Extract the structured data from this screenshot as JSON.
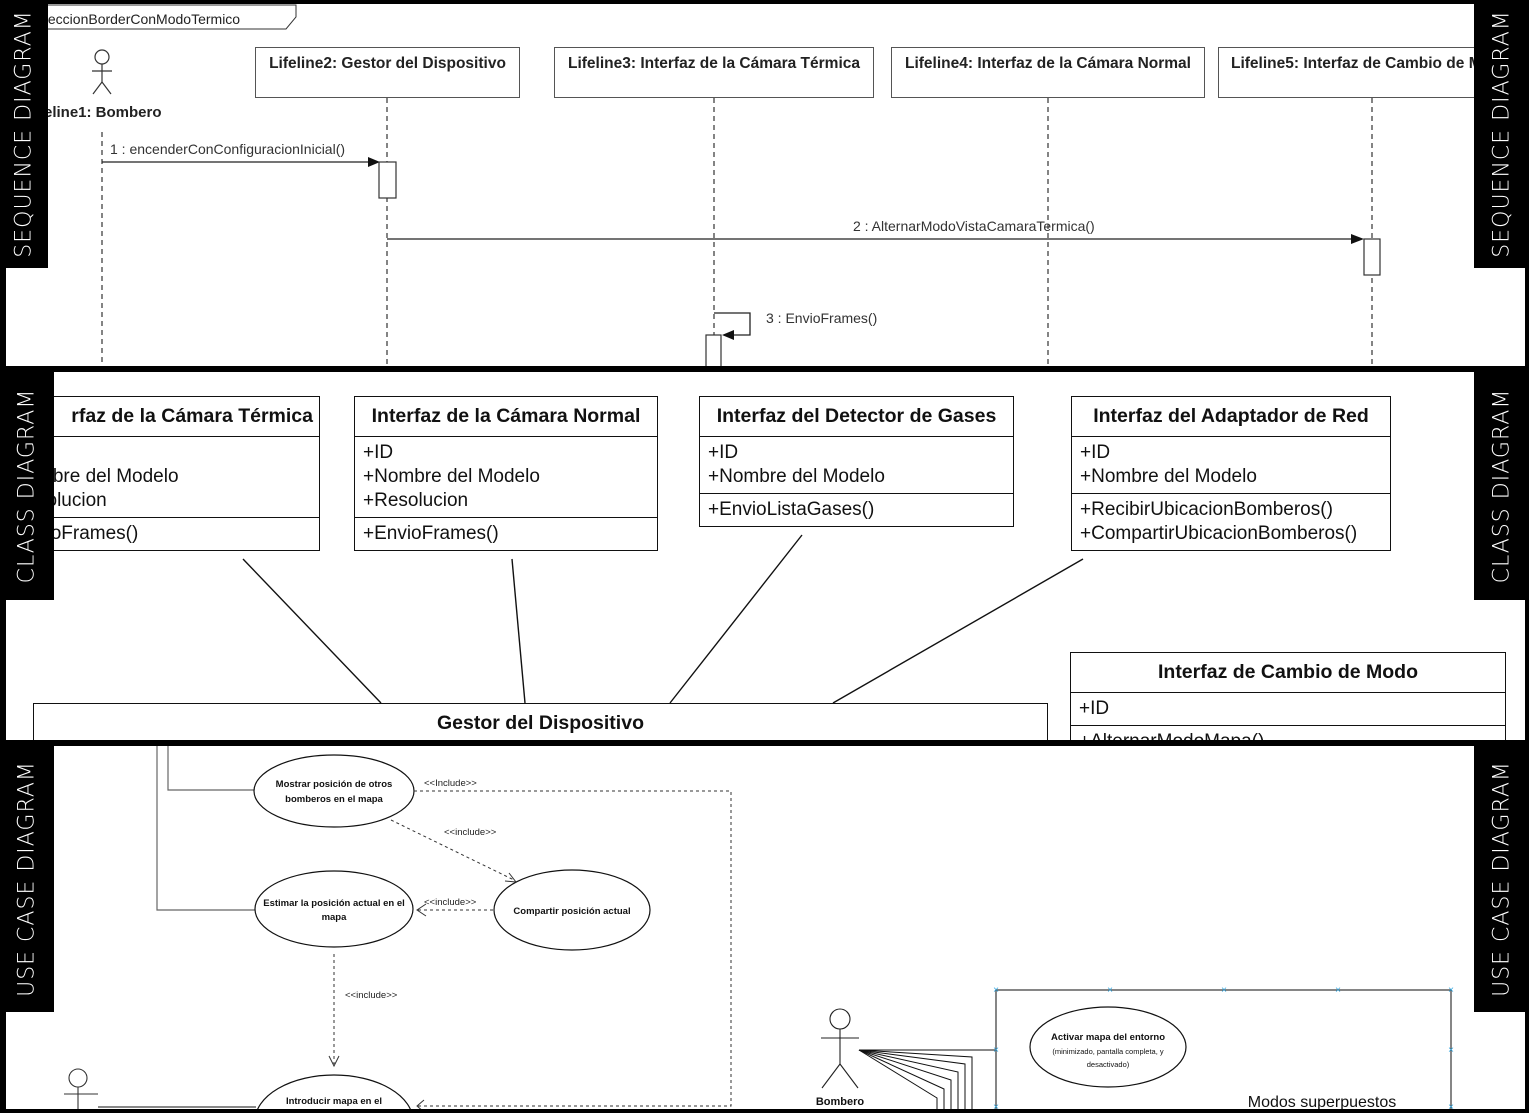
{
  "side_labels": {
    "sequence": "SEQUENCE  DIAGRAM",
    "class": "CLASS DIAGRAM",
    "use_case": "USE CASE  DIAGRAM"
  },
  "sequence": {
    "frame_title": "teccionBorderConModoTermico",
    "actor_label": "eline1: Bombero",
    "lifelines": [
      {
        "label": "Lifeline2: Gestor del Dispositivo"
      },
      {
        "label": "Lifeline3: Interfaz de la Cámara Térmica"
      },
      {
        "label": "Lifeline4: Interfaz de la Cámara Normal"
      },
      {
        "label": "Lifeline5: Interfaz de Cambio de M"
      }
    ],
    "messages": [
      {
        "label": "1 : encenderConConfiguracionInicial()"
      },
      {
        "label": "2 : AlternarModoVistaCamaraTermica()"
      },
      {
        "label": "3 : EnvioFrames()"
      }
    ]
  },
  "class_diagram": {
    "classes": [
      {
        "name": "rfaz de la Cámara Térmica",
        "attributes": [
          "",
          "mbre del Modelo",
          "solucion"
        ],
        "methods": [
          "vioFrames()"
        ]
      },
      {
        "name": "Interfaz de la Cámara Normal",
        "attributes": [
          "+ID",
          "+Nombre del Modelo",
          "+Resolucion"
        ],
        "methods": [
          "+EnvioFrames()"
        ]
      },
      {
        "name": "Interfaz del Detector de Gases",
        "attributes": [
          "+ID",
          "+Nombre del Modelo"
        ],
        "methods": [
          "+EnvioListaGases()"
        ]
      },
      {
        "name": "Interfaz del Adaptador de Red",
        "attributes": [
          "+ID",
          "+Nombre del Modelo"
        ],
        "methods": [
          "+RecibirUbicacionBomberos()",
          "+CompartirUbicacionBomberos()"
        ]
      },
      {
        "name": "Interfaz de Cambio de Modo",
        "attributes": [
          "+ID"
        ],
        "methods": [
          "+AlternarModoMapa()"
        ]
      }
    ],
    "central_class": {
      "name": "Gestor del Dispositivo"
    }
  },
  "use_case": {
    "use_cases": [
      {
        "label": "Mostrar posición de otros bomberos en el mapa"
      },
      {
        "label": "Estimar la posición actual en el mapa"
      },
      {
        "label": "Compartir posición actual"
      },
      {
        "label": "Introducir mapa en el"
      },
      {
        "label": "Activar mapa del entorno",
        "sublabel": "(minimizado, pantalla completa, y desactivado)"
      }
    ],
    "relations": [
      {
        "label": "<<Include>>"
      },
      {
        "label": "<<include>>"
      },
      {
        "label": "<<include>>"
      },
      {
        "label": "<<include>>"
      }
    ],
    "actor_label": "Bombero",
    "boundary_label": "Modos superpuestos"
  }
}
